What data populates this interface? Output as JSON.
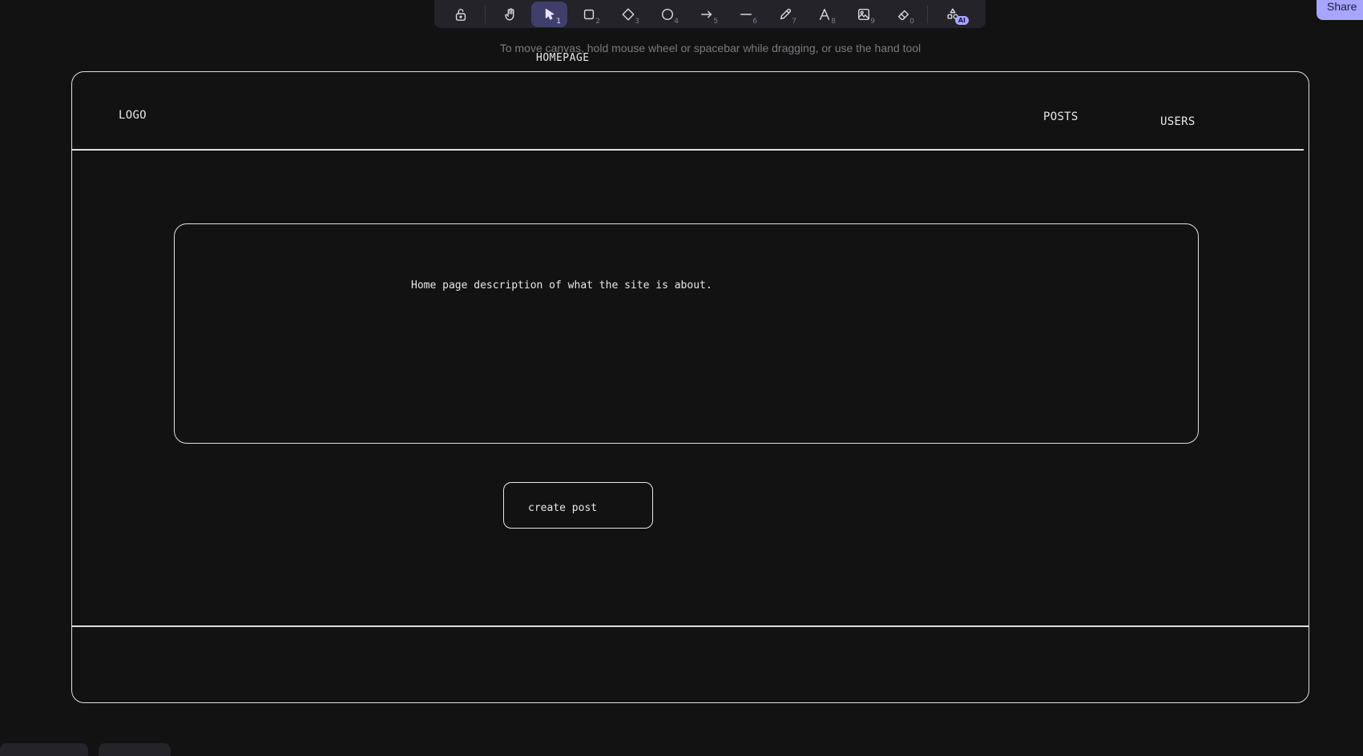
{
  "toolbar": {
    "tools": [
      {
        "name": "lock-tool",
        "icon": "lock-open-icon",
        "key": ""
      },
      {
        "name": "hand-tool",
        "icon": "hand-icon",
        "key": ""
      },
      {
        "name": "selection-tool",
        "icon": "cursor-icon",
        "key": "1",
        "active": true
      },
      {
        "name": "rectangle-tool",
        "icon": "square-icon",
        "key": "2"
      },
      {
        "name": "diamond-tool",
        "icon": "diamond-icon",
        "key": "3"
      },
      {
        "name": "ellipse-tool",
        "icon": "circle-icon",
        "key": "4"
      },
      {
        "name": "arrow-tool",
        "icon": "arrow-right-icon",
        "key": "5"
      },
      {
        "name": "line-tool",
        "icon": "line-icon",
        "key": "6"
      },
      {
        "name": "draw-tool",
        "icon": "pencil-icon",
        "key": "7"
      },
      {
        "name": "text-tool",
        "icon": "text-icon",
        "key": "8"
      },
      {
        "name": "image-tool",
        "icon": "image-icon",
        "key": "9"
      },
      {
        "name": "eraser-tool",
        "icon": "eraser-icon",
        "key": "0"
      },
      {
        "name": "more-tools",
        "icon": "shapes-icon",
        "key": "",
        "badge": "AI"
      }
    ],
    "accent": "#a8a5ff",
    "active_bg": "#403e6a"
  },
  "share": {
    "label": "Share"
  },
  "hint": "To move canvas, hold mouse wheel or spacebar while dragging, or use the hand tool",
  "canvas": {
    "frame_title": "HOMEPAGE",
    "logo": "LOGO",
    "nav": {
      "posts": "POSTS",
      "users": "USERS"
    },
    "description": "Home page description of what the site is about.",
    "create_button": "create post"
  },
  "colors": {
    "background": "#121212",
    "stroke": "#e0e0e0",
    "toolbar_bg": "#232329"
  }
}
